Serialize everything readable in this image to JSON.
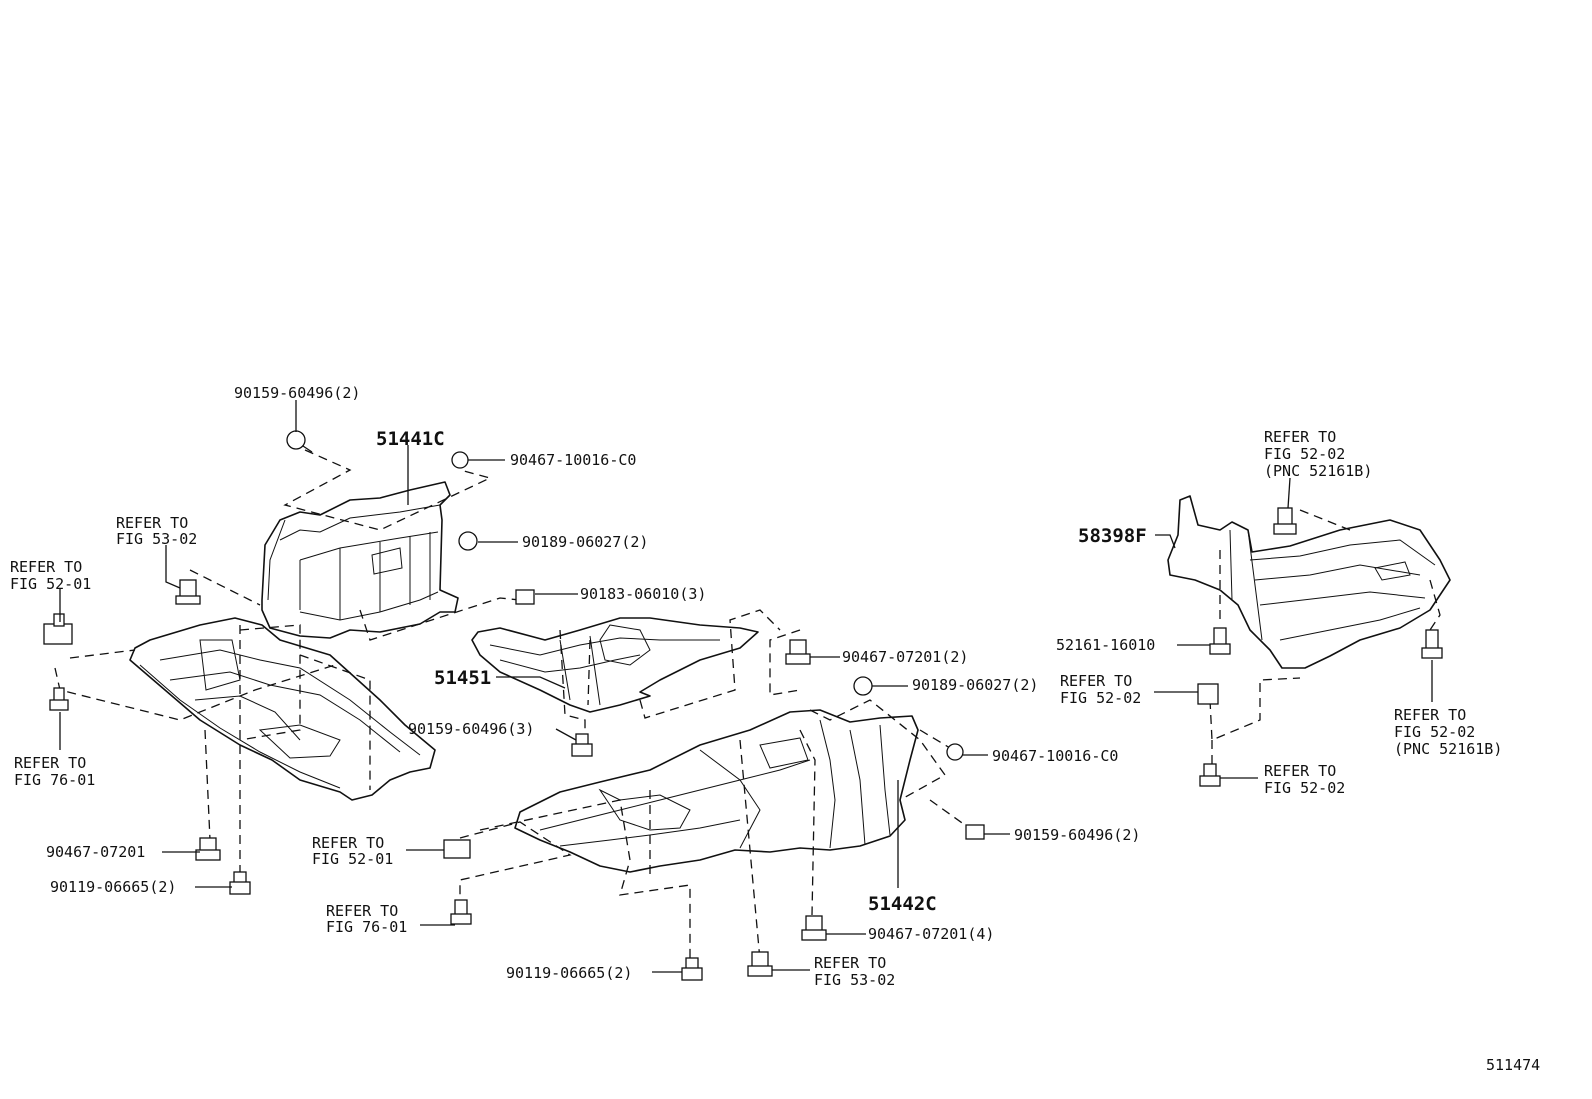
{
  "diagram": {
    "id": "511474",
    "parts": {
      "p51441c": "51441C",
      "p51451": "51451",
      "p51442c": "51442C",
      "p58398f": "58398F"
    },
    "callouts": {
      "c1": "90159-60496(2)",
      "c2": "90467-10016-C0",
      "c3": "90189-06027(2)",
      "c4": "90183-06010(3)",
      "c5": "90467-07201(2)",
      "c6": "90189-06027(2)",
      "c7": "90159-60496(3)",
      "c8": "90467-10016-C0",
      "c9": "90159-60496(2)",
      "c10": "90467-07201",
      "c11": "90119-06665(2)",
      "c12": "90467-07201(4)",
      "c13": "90119-06665(2)",
      "c14": "52161-16010"
    },
    "refers": {
      "r1": [
        "REFER TO",
        "FIG 52-01"
      ],
      "r2": [
        "REFER TO",
        "FIG 53-02"
      ],
      "r3": [
        "REFER TO",
        "FIG 76-01"
      ],
      "r4": [
        "REFER TO",
        "FIG 52-01"
      ],
      "r5": [
        "REFER TO",
        "FIG 76-01"
      ],
      "r6": [
        "REFER TO",
        "FIG 53-02"
      ],
      "r7": [
        "REFER TO",
        "FIG 52-02",
        "(PNC 52161B)"
      ],
      "r8": [
        "REFER TO",
        "FIG 52-02"
      ],
      "r9": [
        "REFER TO",
        "FIG 52-02",
        "(PNC 52161B)"
      ],
      "r10": [
        "REFER TO",
        "FIG 52-02"
      ]
    }
  }
}
